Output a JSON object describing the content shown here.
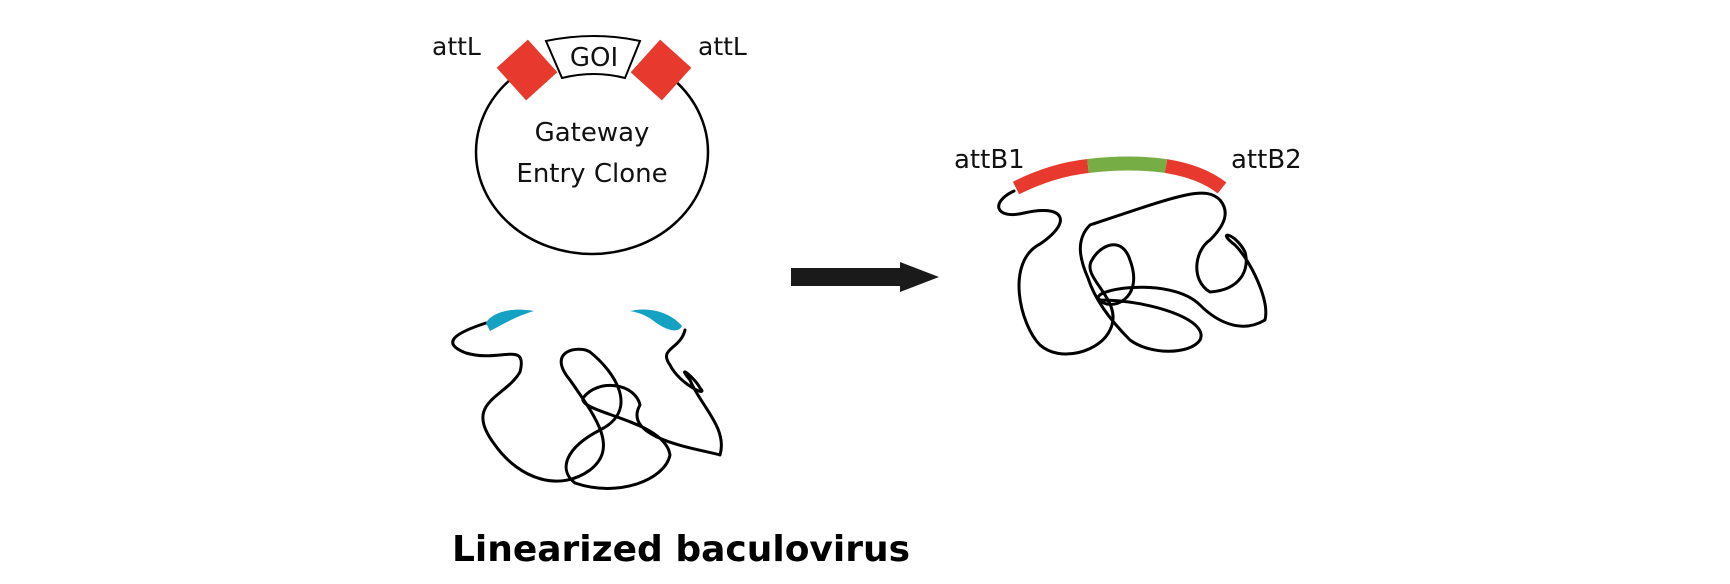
{
  "entry_clone": {
    "label_line1": "Gateway",
    "label_line2": "Entry Clone",
    "left_site": "attL",
    "right_site": "attL",
    "insert": "GOI"
  },
  "baculovirus": {
    "caption": "Linearized baculovirus"
  },
  "product": {
    "left_site": "attB1",
    "right_site": "attB2"
  },
  "colors": {
    "att_site": "#e8392f",
    "goi_insert": "#77ad45",
    "viral_end": "#15a2c2",
    "arrow": "#1a1a1a"
  }
}
